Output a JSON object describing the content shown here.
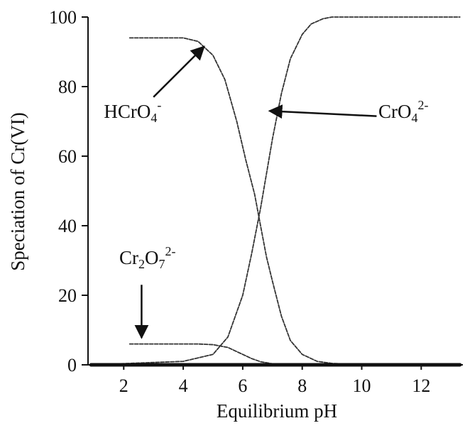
{
  "chart_data": {
    "type": "line",
    "title": "",
    "xlabel": "Equilibrium pH",
    "ylabel": "Speciation of Cr(VI)",
    "xlim": [
      0.8,
      13.4
    ],
    "ylim": [
      0,
      100
    ],
    "xticks": [
      2,
      4,
      6,
      8,
      10,
      12
    ],
    "yticks": [
      0,
      20,
      40,
      60,
      80,
      100
    ],
    "grid": false,
    "legend": "none",
    "series": [
      {
        "key": "hcro4",
        "x": [
          2.2,
          3.0,
          3.5,
          4.0,
          4.5,
          5.0,
          5.4,
          5.8,
          6.1,
          6.4,
          6.6,
          6.8,
          7.0,
          7.3,
          7.6,
          8.0,
          8.5,
          9.0,
          10.0,
          13.3
        ],
        "values": [
          94,
          94,
          94,
          94,
          93,
          89,
          82,
          70,
          59,
          49,
          40,
          31,
          24,
          14,
          7,
          3,
          1,
          0.4,
          0.1,
          0
        ]
      },
      {
        "key": "cro4",
        "x": [
          0.9,
          4.0,
          5.0,
          5.5,
          6.0,
          6.3,
          6.6,
          6.8,
          7.0,
          7.3,
          7.6,
          8.0,
          8.3,
          8.7,
          9.0,
          13.3
        ],
        "values": [
          0,
          1,
          3,
          8,
          20,
          32,
          45,
          55,
          65,
          78,
          88,
          95,
          98,
          99.5,
          100,
          100
        ]
      },
      {
        "key": "cr2o7",
        "x": [
          2.2,
          3.0,
          4.0,
          4.5,
          5.0,
          5.5,
          6.0,
          6.3,
          6.6,
          7.0,
          7.5,
          8.5,
          13.3
        ],
        "values": [
          6,
          6,
          6,
          6,
          5.8,
          5,
          3,
          1.8,
          0.9,
          0.3,
          0.1,
          0,
          0
        ]
      },
      {
        "key": "baseline",
        "x": [
          0.9,
          13.3
        ],
        "values": [
          0,
          0
        ]
      }
    ],
    "annotations": [
      {
        "key": "hcro4",
        "base": "HCrO",
        "sub": "4",
        "sup": "-",
        "label_x": 2.3,
        "label_y": 71,
        "arrow_from": [
          3.0,
          77
        ],
        "arrow_to": [
          4.7,
          91.5
        ]
      },
      {
        "key": "cro4",
        "base": "CrO",
        "sub": "4",
        "sup": "2-",
        "label_x": 11.4,
        "label_y": 71,
        "arrow_from": [
          10.5,
          71.5
        ],
        "arrow_to": [
          6.9,
          73
        ]
      },
      {
        "key": "cr2o7",
        "base": "Cr",
        "sub": "2",
        "base2": "O",
        "sub2": "7",
        "sup": "2-",
        "label_x": 2.8,
        "label_y": 29,
        "arrow_from": [
          2.6,
          23
        ],
        "arrow_to": [
          2.6,
          7.8
        ]
      }
    ],
    "colors": {
      "axis": "#111111",
      "curve": "#333333",
      "baseline": "#111111"
    }
  }
}
